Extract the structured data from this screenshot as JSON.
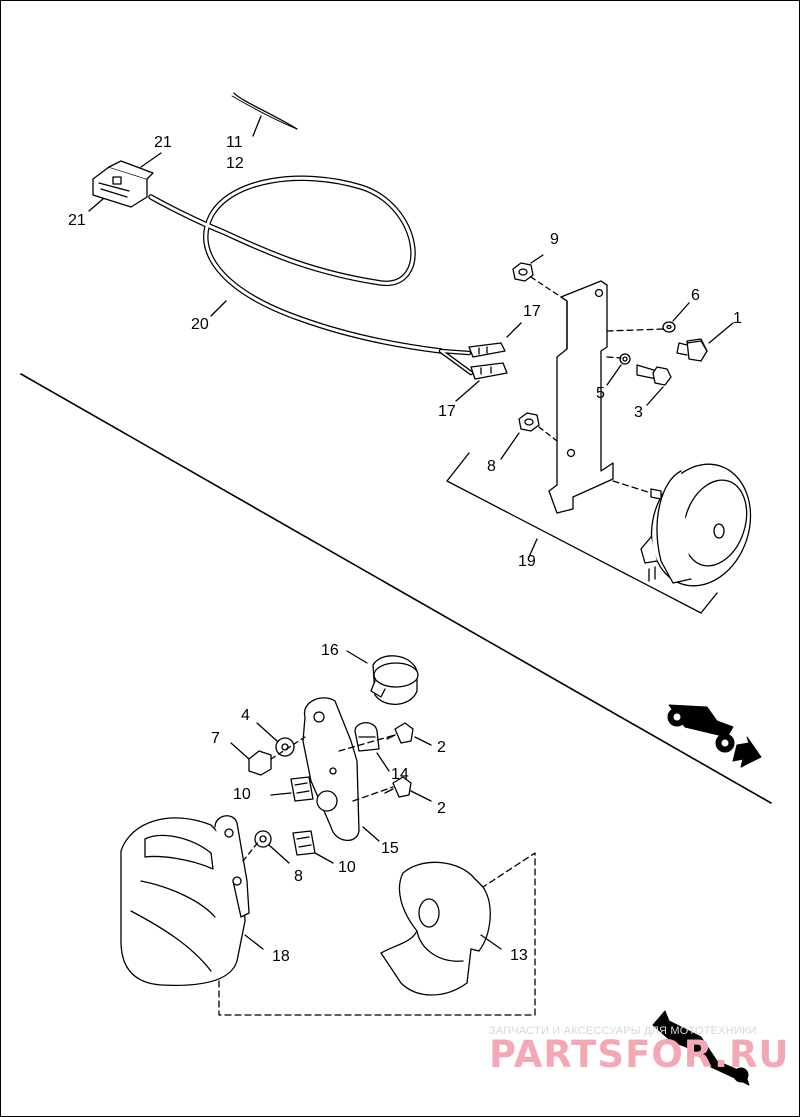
{
  "callouts": {
    "c21a": "21",
    "c21b": "21",
    "c11": "11",
    "c12": "12",
    "c20": "20",
    "c9": "9",
    "c17a": "17",
    "c17b": "17",
    "c6": "6",
    "c1": "1",
    "c5": "5",
    "c3": "3",
    "c8a": "8",
    "c19": "19",
    "c16": "16",
    "c4": "4",
    "c7": "7",
    "c2a": "2",
    "c14": "14",
    "c10a": "10",
    "c2b": "2",
    "c15": "15",
    "c8b": "8",
    "c10b": "10",
    "c18": "18",
    "c13": "13"
  },
  "watermark": {
    "tagline": "ЗАПЧАСТИ И АКСЕССУАРЫ ДЛЯ МОТОТЕХНИКИ",
    "brand": "PARTSFOR.RU"
  },
  "icons": [
    "direction-arrow-icon",
    "motorcycle-icon"
  ],
  "colors": {
    "ink": "#000000",
    "watermark": "#f3a9b5"
  }
}
